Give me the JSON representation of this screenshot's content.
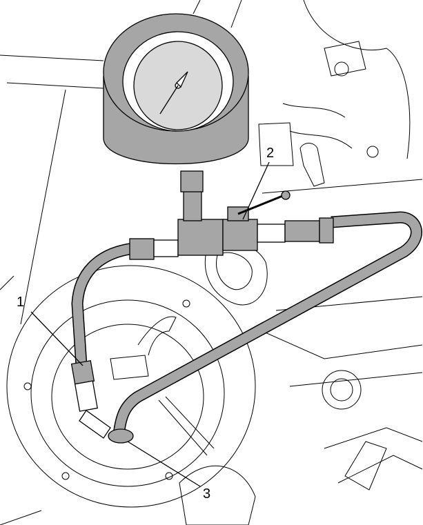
{
  "callouts": [
    {
      "id": "1",
      "label": "1"
    },
    {
      "id": "2",
      "label": "2"
    },
    {
      "id": "3",
      "label": "3"
    }
  ],
  "colors": {
    "hose": "#a6a6a6",
    "gauge_body": "#a6a6a6",
    "dial_face": "#d9d9d9",
    "line": "#000000",
    "background": "#ffffff"
  }
}
